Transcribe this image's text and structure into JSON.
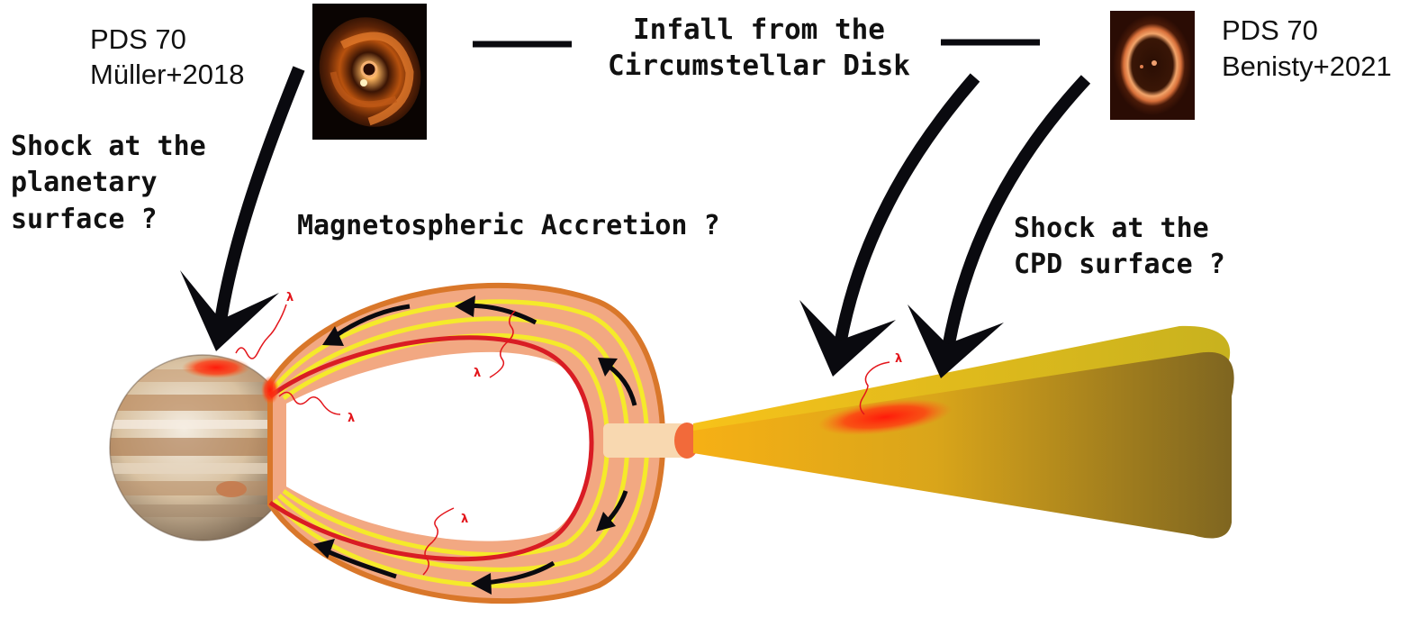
{
  "labels": {
    "img_left_line1": "PDS 70",
    "img_left_line2": "Müller+2018",
    "img_right_line1": "PDS 70",
    "img_right_line2": "Benisty+2021",
    "infall_line1": "Infall from the",
    "infall_line2": "Circumstellar Disk",
    "shock_planet_line1": "Shock at the",
    "shock_planet_line2": "planetary",
    "shock_planet_line3": "surface ?",
    "magneto": "Magnetospheric Accretion ?",
    "shock_cpd_line1": "Shock at the",
    "shock_cpd_line2": "CPD surface ?",
    "lambda": "λ"
  },
  "colors": {
    "arrow": "#0a0a0f",
    "field_line": "#d91c24",
    "hotspot": "#ff2a12",
    "tube_outer": "#f2a882",
    "tube_stripe": "#f5ea2a",
    "tube_edge": "#d9772a",
    "disk_inner": "#f2a90e",
    "disk_outer": "#8a6a22"
  }
}
